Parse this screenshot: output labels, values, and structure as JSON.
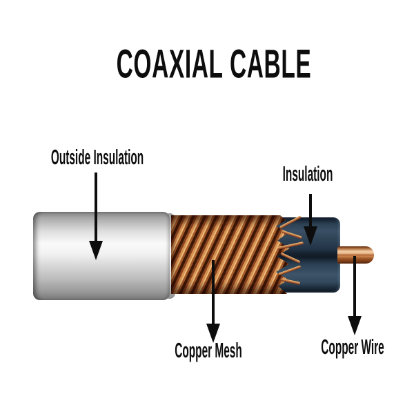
{
  "title": "COAXIAL CABLE",
  "labels": {
    "outside_insulation": "Outside Insulation",
    "insulation": "Insulation",
    "copper_mesh": "Copper Mesh",
    "copper_wire": "Copper Wire"
  },
  "colors": {
    "background": "#ffffff",
    "text": "#0d0d0d",
    "outer_insulation_gray": "#d9d9d9",
    "inner_insulation_navy": "#2b4054",
    "copper_mesh_light": "#eebd7e",
    "copper_mesh_dark": "#5a2410",
    "copper_wire": "#c9824a"
  }
}
